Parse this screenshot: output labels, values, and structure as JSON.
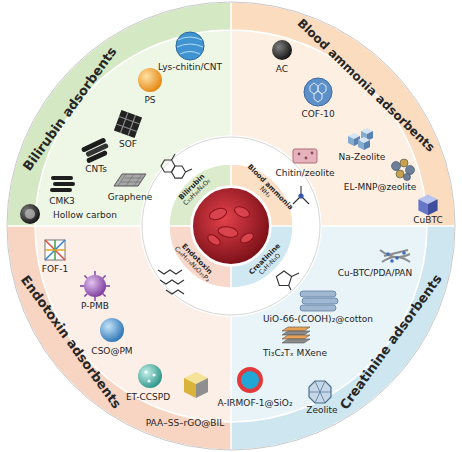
{
  "diagram": {
    "nodes": [
      {
        "text": [
          "Bilirubin adsorbents"
        ]
      },
      {
        "text": [
          "Blood ammonia adsorbents"
        ]
      },
      {
        "text": [
          "Creatinine adsorbents"
        ]
      },
      {
        "text": [
          "Endotoxin adsorbents"
        ]
      },
      {
        "text": [
          "Bilirubin",
          "C₃₃H₃₆N₄O₆"
        ]
      },
      {
        "text": [
          "Blood ammonia",
          "NH₃"
        ]
      },
      {
        "text": [
          "Creatinine",
          "C₄H₇N₃O"
        ]
      },
      {
        "text": [
          "Endotoxin",
          "C₉₄H₁₇₈N₂O₂₅P₂"
        ]
      }
    ],
    "labels": [
      "Lys-chitin/CNT",
      "PS",
      "SOF",
      "CNTs",
      "Graphene",
      "CMK3",
      "Hollow carbon",
      "AC",
      "COF-10",
      "Na-Zeolite",
      "EL-MNP@zeolite",
      "Chitin/zeolite",
      "CuBTC",
      "Cu-BTC/PDA/PAN",
      "UiO-66-(COOH)₂@cotton",
      "Ti₃C₂Tₓ MXene",
      "Zeolite",
      "A-IRMOF-1@SiO₂",
      "FOF-1",
      "P-PMB",
      "CSO@PM",
      "ET-CCSPD",
      "PAA–SS–rGO@BIL"
    ]
  }
}
